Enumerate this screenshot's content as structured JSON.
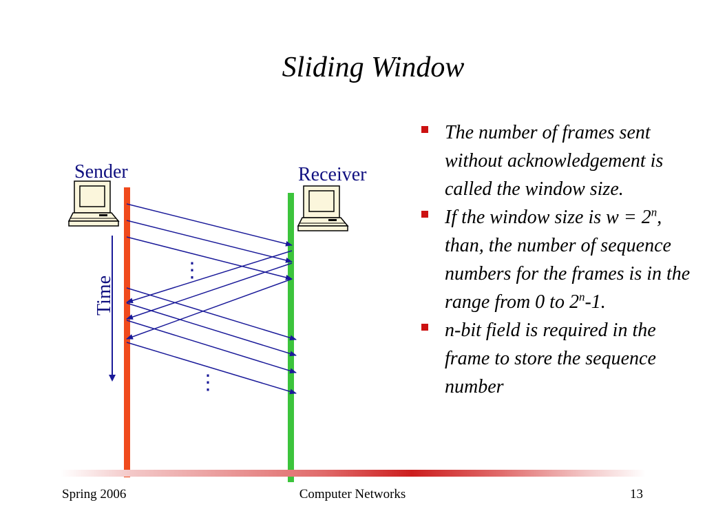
{
  "slide": {
    "title": "Sliding Window"
  },
  "diagram": {
    "sender_label": "Sender",
    "receiver_label": "Receiver",
    "time_label": "Time",
    "ellipsis": "⋮",
    "colors": {
      "sender_line": "#f04a1c",
      "receiver_line": "#3cc43c",
      "arrows": "#1a1a99",
      "labels": "#101080"
    },
    "icons": [
      "computer-icon",
      "computer-icon"
    ]
  },
  "bullets": [
    {
      "parts": [
        "The number of frames sent without acknowledgement is called the window size."
      ]
    },
    {
      "parts": [
        "If the window size is   w =  2",
        "n",
        ", than, the number of sequence numbers for the frames is in the range from 0 to 2",
        "n",
        "-1."
      ]
    },
    {
      "parts": [
        "n-bit field is required in the frame to store the sequence number"
      ]
    }
  ],
  "footer": {
    "left": "Spring 2006",
    "center": "Computer Networks",
    "right": "13"
  }
}
